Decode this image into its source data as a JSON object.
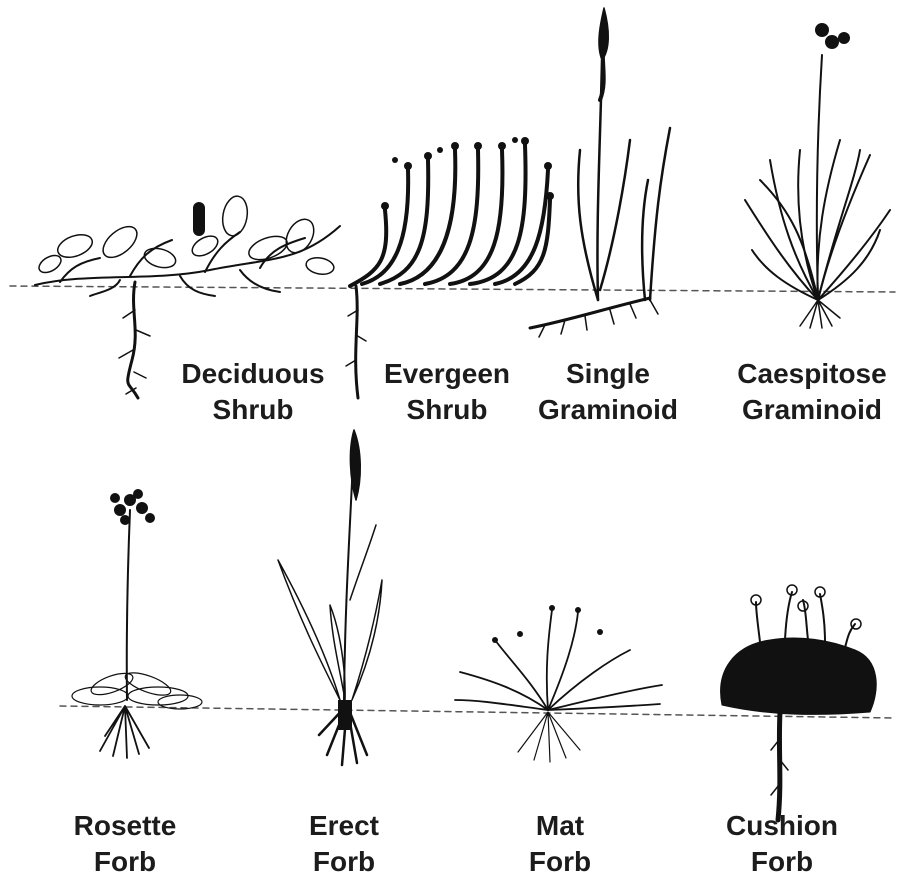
{
  "plant_forms": [
    {
      "id": "deciduous-shrub",
      "line1": "Deciduous",
      "line2": "Shrub"
    },
    {
      "id": "evergreen-shrub",
      "line1": "Evergeen",
      "line2": "Shrub"
    },
    {
      "id": "single-graminoid",
      "line1": "Single",
      "line2": "Graminoid"
    },
    {
      "id": "caespitose-graminoid",
      "line1": "Caespitose",
      "line2": "Graminoid"
    },
    {
      "id": "rosette-forb",
      "line1": "Rosette",
      "line2": "Forb"
    },
    {
      "id": "erect-forb",
      "line1": "Erect",
      "line2": "Forb"
    },
    {
      "id": "mat-forb",
      "line1": "Mat",
      "line2": "Forb"
    },
    {
      "id": "cushion-forb",
      "line1": "Cushion",
      "line2": "Forb"
    }
  ],
  "colors": {
    "ink": "#111111",
    "text": "#1c1c1c",
    "background": "#ffffff"
  }
}
